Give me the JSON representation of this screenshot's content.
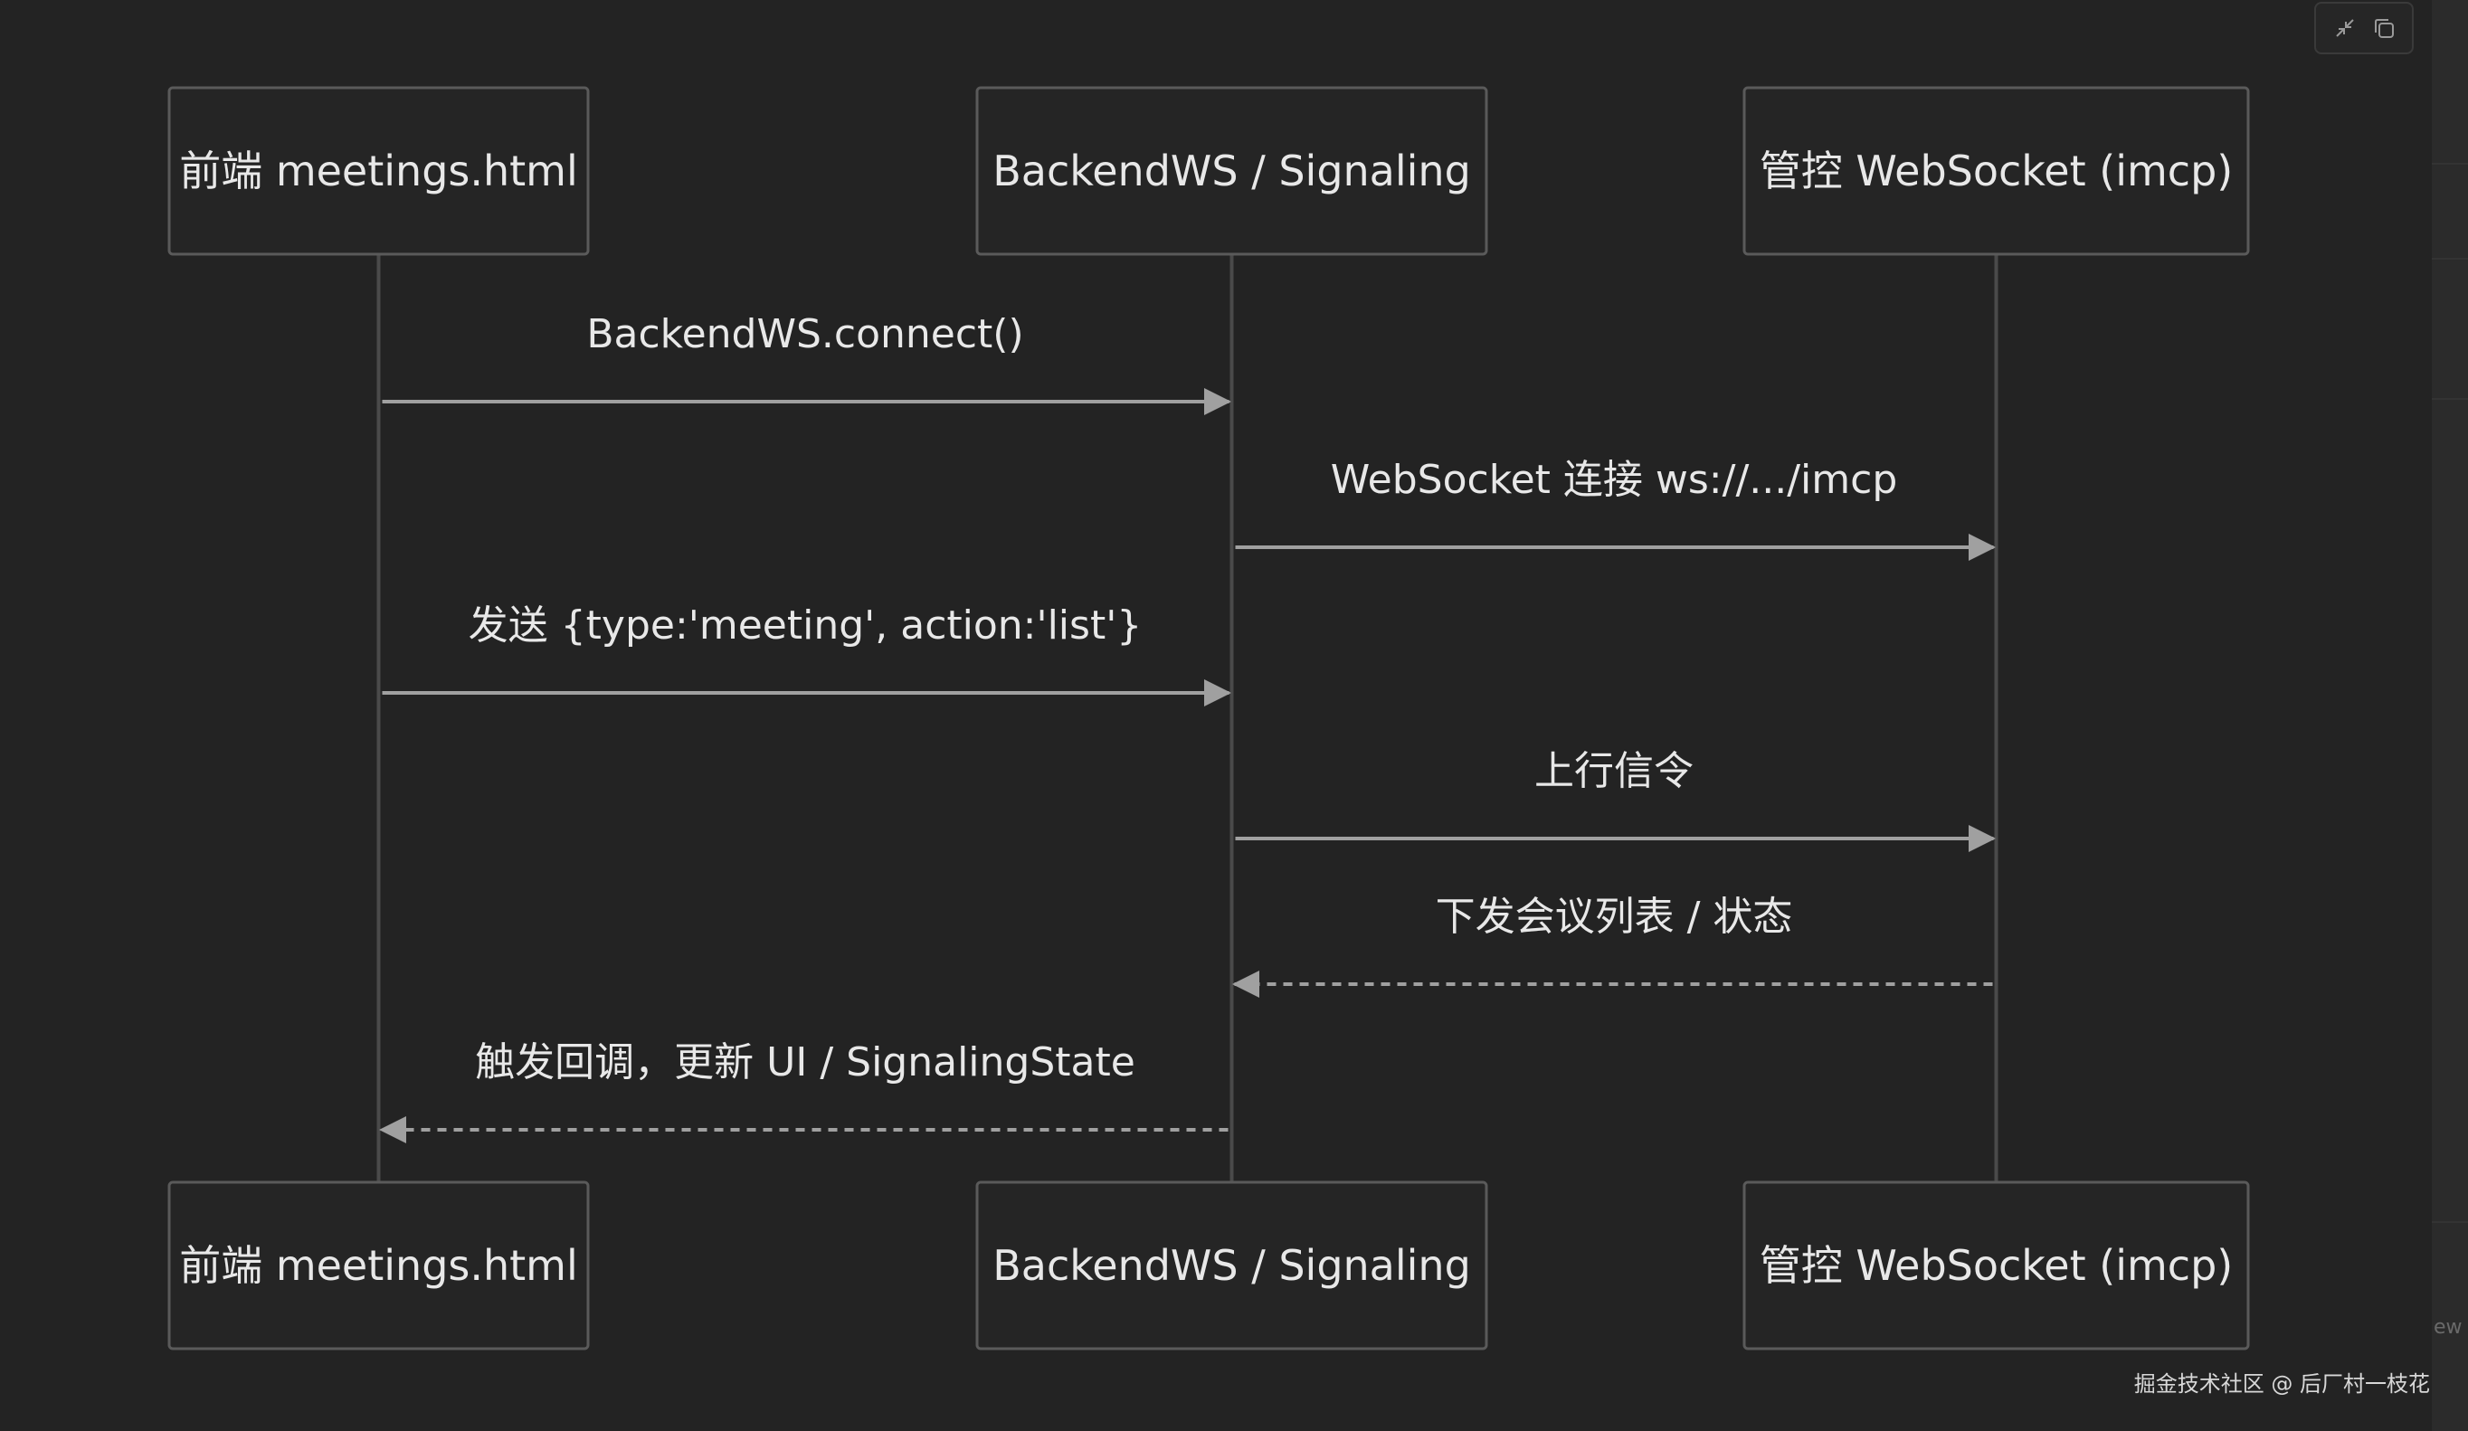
{
  "toolbar": {
    "buttons": [
      {
        "icon": "collapse-icon"
      },
      {
        "icon": "copy-icon"
      }
    ]
  },
  "participants": [
    {
      "label": "前端 meetings.html"
    },
    {
      "label": "BackendWS / Signaling"
    },
    {
      "label": "管控 WebSocket (imcp)"
    }
  ],
  "messages": [
    {
      "from": 0,
      "to": 1,
      "style": "solid",
      "label": "BackendWS.connect()"
    },
    {
      "from": 1,
      "to": 2,
      "style": "solid",
      "label": "WebSocket 连接 ws://.../imcp"
    },
    {
      "from": 0,
      "to": 1,
      "style": "solid",
      "label": "发送 {type:'meeting', action:'list'}"
    },
    {
      "from": 1,
      "to": 2,
      "style": "solid",
      "label": "上行信令"
    },
    {
      "from": 2,
      "to": 1,
      "style": "dashed",
      "label": "下发会议列表 / 状态"
    },
    {
      "from": 1,
      "to": 0,
      "style": "dashed",
      "label": "触发回调，更新 UI / SignalingState"
    }
  ],
  "side_text": "ew",
  "footer": {
    "watermark": "掘金技术社区 @ 后厂村一枝花"
  },
  "colors": {
    "background": "#232323",
    "box_border": "#5a5a5a",
    "box_fill": "#252525",
    "line": "#a0a0a0",
    "lifeline": "#4a4a4a",
    "text": "#e8e8e8"
  }
}
